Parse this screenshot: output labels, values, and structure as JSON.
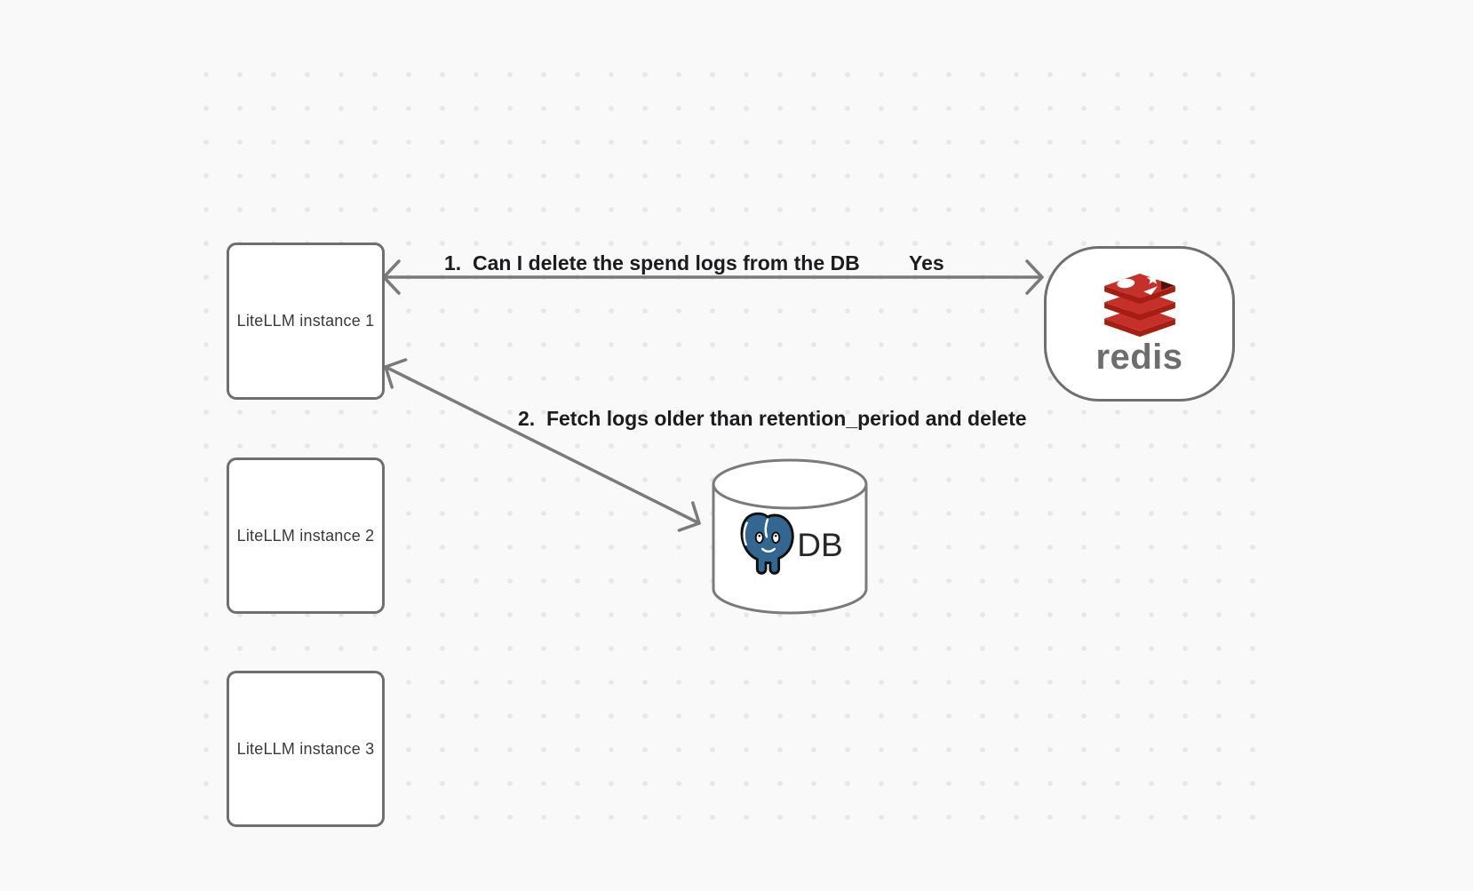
{
  "diagram": {
    "nodes": {
      "instance1": {
        "label": "LiteLLM instance 1",
        "shape": "rectangle"
      },
      "instance2": {
        "label": "LiteLLM instance 2",
        "shape": "rectangle"
      },
      "instance3": {
        "label": "LiteLLM instance 3",
        "shape": "rectangle"
      },
      "redis": {
        "label": "redis",
        "shape": "rounded-rectangle",
        "icon": "redis-logo"
      },
      "db": {
        "label": "DB",
        "shape": "cylinder",
        "icon": "postgresql-elephant-logo"
      }
    },
    "edges": [
      {
        "from": "LiteLLM instance 1",
        "to": "redis",
        "style": "double-headed-arrow",
        "label": "1.  Can I delete the spend logs from the DB",
        "response_label": "Yes"
      },
      {
        "from": "LiteLLM instance 1",
        "to": "DB",
        "style": "double-headed-arrow",
        "label": "2.  Fetch logs older than retention_period and delete"
      }
    ],
    "colors": {
      "background": "#f9f9f9",
      "grid_dot": "#e7e7e7",
      "node_border": "#6f6f6f",
      "arrow": "#7a7a7a",
      "edge_label_text": "#1c1c1e",
      "node_label_text": "#3a3a3a",
      "redis_red": "#C6302B",
      "redis_dark_red": "#A41E11",
      "redis_wordmark_gray": "#6d6d6d",
      "postgres_blue": "#336791",
      "db_text": "#272727"
    }
  }
}
